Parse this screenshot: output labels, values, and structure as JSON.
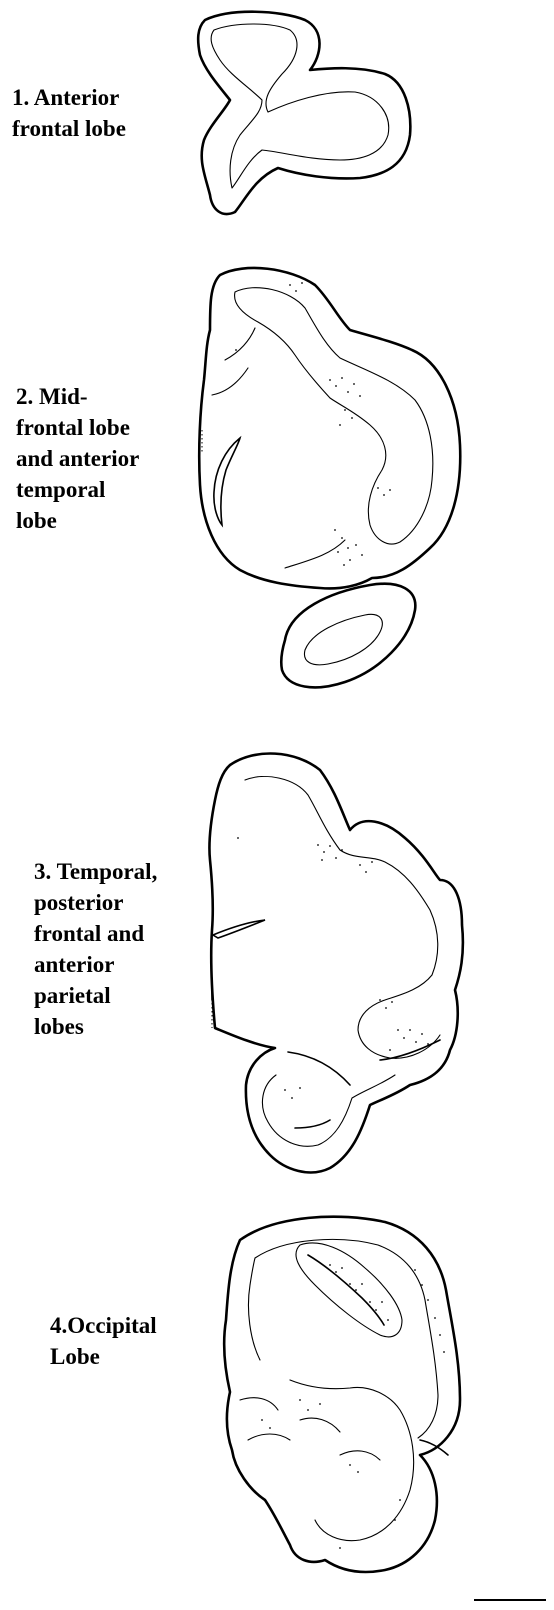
{
  "sections": [
    {
      "lines": [
        "1. Anterior",
        "frontal lobe"
      ]
    },
    {
      "lines": [
        "2. Mid-",
        "frontal lobe",
        "and anterior",
        "temporal",
        "lobe"
      ]
    },
    {
      "lines": [
        "3. Temporal,",
        "posterior",
        "frontal and",
        "anterior",
        "parietal",
        "lobes"
      ]
    },
    {
      "lines": [
        "4.Occipital",
        "Lobe"
      ]
    }
  ],
  "colors": {
    "line": "#000000",
    "background": "#ffffff"
  }
}
